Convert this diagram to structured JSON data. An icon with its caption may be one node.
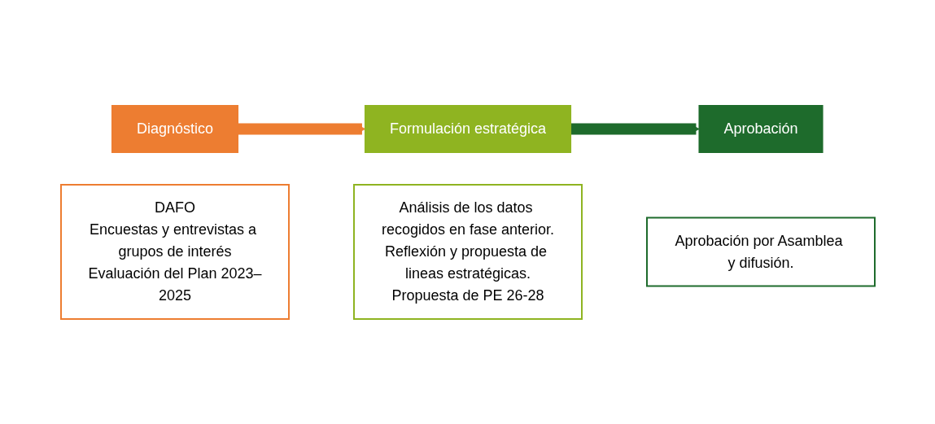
{
  "diagram": {
    "nodes": [
      {
        "text": [
          "Diagnóstico"
        ]
      },
      {
        "text": [
          "DAFO",
          "Encuestas y entrevistas a grupos de interés",
          "Evaluación del Plan 2023–2025"
        ]
      },
      {
        "text": [
          "Formulación estratégica"
        ]
      },
      {
        "text": [
          "Análisis de los datos recogidos en fase anterior.",
          "Reflexión y propuesta de lineas estratégicas.",
          "Propuesta de PE 26-28"
        ]
      },
      {
        "text": [
          "Aprobación"
        ]
      },
      {
        "text": [
          "Aprobación por Asamblea y difusión."
        ]
      }
    ],
    "edges": [
      {
        "from": 0,
        "to": 2,
        "arrow": "to",
        "color": "#ed7d31"
      },
      {
        "from": 2,
        "to": 4,
        "arrow": "to",
        "color": "#1e6b2c"
      }
    ]
  }
}
